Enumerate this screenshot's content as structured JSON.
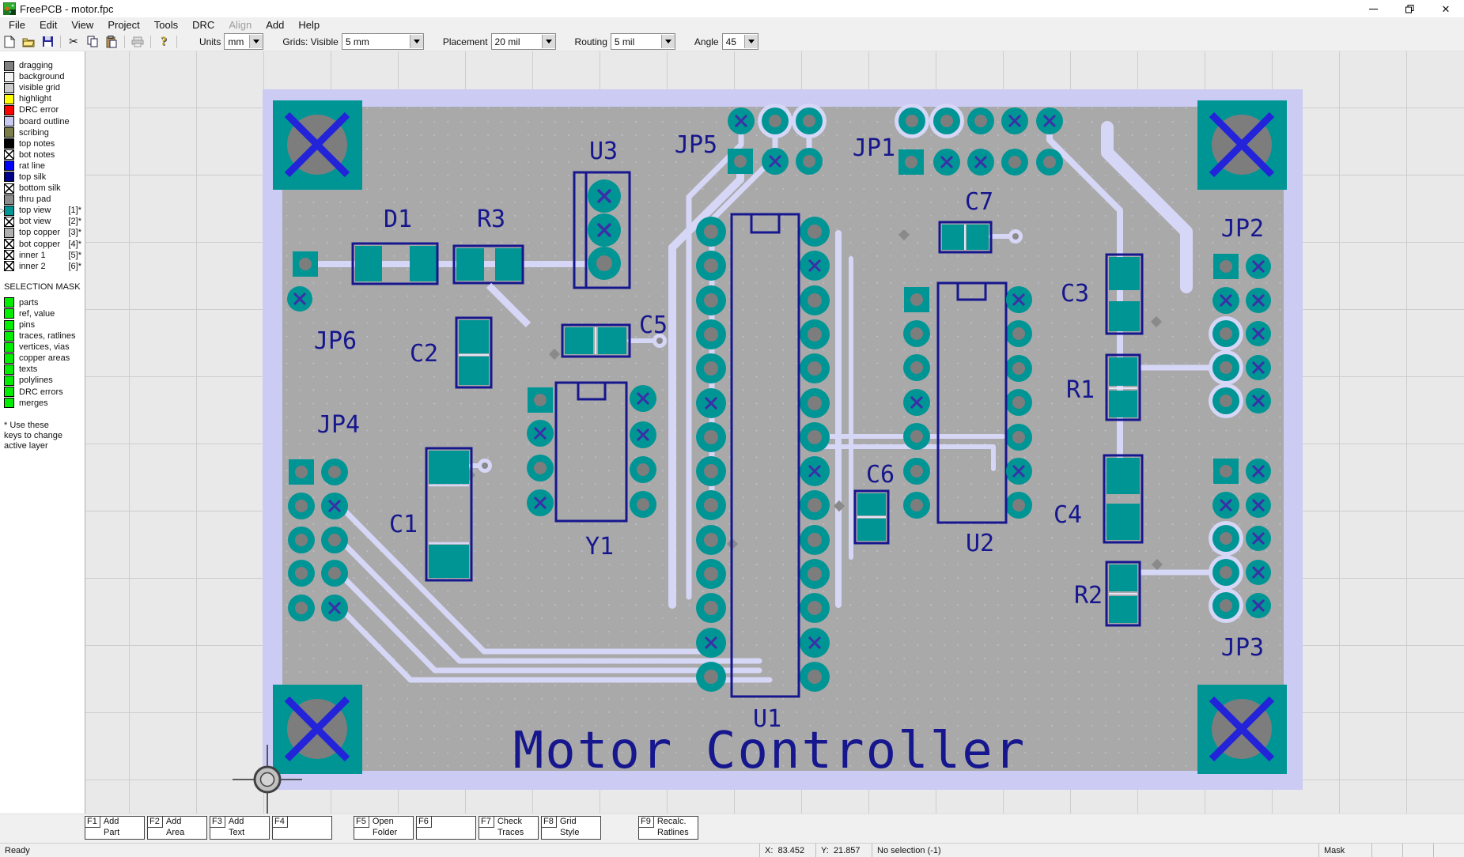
{
  "window": {
    "title": "FreePCB - motor.fpc"
  },
  "menu": {
    "items": [
      {
        "label": "File",
        "enabled": true
      },
      {
        "label": "Edit",
        "enabled": true
      },
      {
        "label": "View",
        "enabled": true
      },
      {
        "label": "Project",
        "enabled": true
      },
      {
        "label": "Tools",
        "enabled": true
      },
      {
        "label": "DRC",
        "enabled": true
      },
      {
        "label": "Align",
        "enabled": false
      },
      {
        "label": "Add",
        "enabled": true
      },
      {
        "label": "Help",
        "enabled": true
      }
    ]
  },
  "toolbar": {
    "icons": [
      "new-document",
      "open-folder",
      "save",
      "cut",
      "copy",
      "paste",
      "print",
      "help"
    ],
    "controls": [
      {
        "label": "Units",
        "value": "mm"
      },
      {
        "label": "Grids: Visible",
        "value": "5 mm"
      },
      {
        "label": "Placement",
        "value": "20 mil"
      },
      {
        "label": "Routing",
        "value": "5 mil"
      },
      {
        "label": "Angle",
        "value": "45"
      }
    ]
  },
  "layers": [
    {
      "label": "dragging",
      "swatch": "#808080",
      "tag": ""
    },
    {
      "label": "background",
      "swatch": "#f4f4f4",
      "tag": ""
    },
    {
      "label": "visible grid",
      "swatch": "#cccccc",
      "tag": ""
    },
    {
      "label": "highlight",
      "swatch": "#ffff00",
      "tag": ""
    },
    {
      "label": "DRC error",
      "swatch": "#ff0000",
      "tag": ""
    },
    {
      "label": "board outline",
      "swatch": "#c9c9f2",
      "tag": ""
    },
    {
      "label": "scribing",
      "swatch": "#7d7d4b",
      "tag": ""
    },
    {
      "label": "top notes",
      "swatch": "#000000",
      "tag": ""
    },
    {
      "label": "bot notes",
      "swatch": "x",
      "tag": ""
    },
    {
      "label": "rat line",
      "swatch": "#0000ff",
      "tag": ""
    },
    {
      "label": "top silk",
      "swatch": "#00008b",
      "tag": ""
    },
    {
      "label": "bottom silk",
      "swatch": "x",
      "tag": ""
    },
    {
      "label": "thru pad",
      "swatch": "#8c8c8c",
      "tag": ""
    },
    {
      "label": "top view",
      "swatch": "#009595",
      "tag": "[1]*",
      "active": true
    },
    {
      "label": "bot view",
      "swatch": "x",
      "tag": "[2]*"
    },
    {
      "label": "top copper",
      "swatch": "#b0b0b0",
      "tag": "[3]*"
    },
    {
      "label": "bot copper",
      "swatch": "x",
      "tag": "[4]*"
    },
    {
      "label": "inner 1",
      "swatch": "x",
      "tag": "[5]*"
    },
    {
      "label": "inner 2",
      "swatch": "x",
      "tag": "[6]*"
    }
  ],
  "selection_mask": {
    "title": "SELECTION MASK",
    "swatch_color": "#00ee00",
    "items": [
      "parts",
      "ref, value",
      "pins",
      "traces, ratlines",
      "vertices, vias",
      "copper areas",
      "texts",
      "polylines",
      "DRC errors",
      "merges"
    ]
  },
  "sidebar_note": {
    "lines": [
      "* Use these",
      "keys to change",
      "active layer"
    ]
  },
  "fkeys": [
    {
      "key": "F1",
      "line1": "Add",
      "line2": "Part"
    },
    {
      "key": "F2",
      "line1": "Add",
      "line2": "Area"
    },
    {
      "key": "F3",
      "line1": "Add",
      "line2": "Text"
    },
    {
      "key": "F4",
      "line1": "",
      "line2": ""
    },
    {
      "key": "F5",
      "line1": "Open",
      "line2": "Folder"
    },
    {
      "key": "F6",
      "line1": "",
      "line2": ""
    },
    {
      "key": "F7",
      "line1": "Check",
      "line2": "Traces"
    },
    {
      "key": "F8",
      "line1": "Grid",
      "line2": "Style"
    },
    {
      "key": "F9",
      "line1": "Recalc.",
      "line2": "Ratlines"
    }
  ],
  "status": {
    "left": "Ready",
    "x": "X:  83.452",
    "y": "Y:  21.857",
    "selection": "No selection (-1)",
    "mask": "Mask"
  },
  "board": {
    "title": "Motor Controller",
    "labels": {
      "d1": "D1",
      "r3": "R3",
      "u3": "U3",
      "jp5": "JP5",
      "jp1": "JP1",
      "c7": "C7",
      "jp2": "JP2",
      "jp6": "JP6",
      "c2": "C2",
      "c5": "C5",
      "c3": "C3",
      "r1": "R1",
      "jp4": "JP4",
      "c1": "C1",
      "y1": "Y1",
      "c6": "C6",
      "u2": "U2",
      "c4": "C4",
      "r2": "R2",
      "u1": "U1",
      "jp3": "JP3"
    }
  },
  "colors": {
    "pad_teal": "#009595",
    "silk_navy": "#16168e",
    "board_gray": "#a9a9a9",
    "board_outline": "#cbcbf3",
    "trace": "#d6d6f6",
    "hole_gray": "#7d7d7d",
    "rat_x_blue": "#2323d9"
  }
}
